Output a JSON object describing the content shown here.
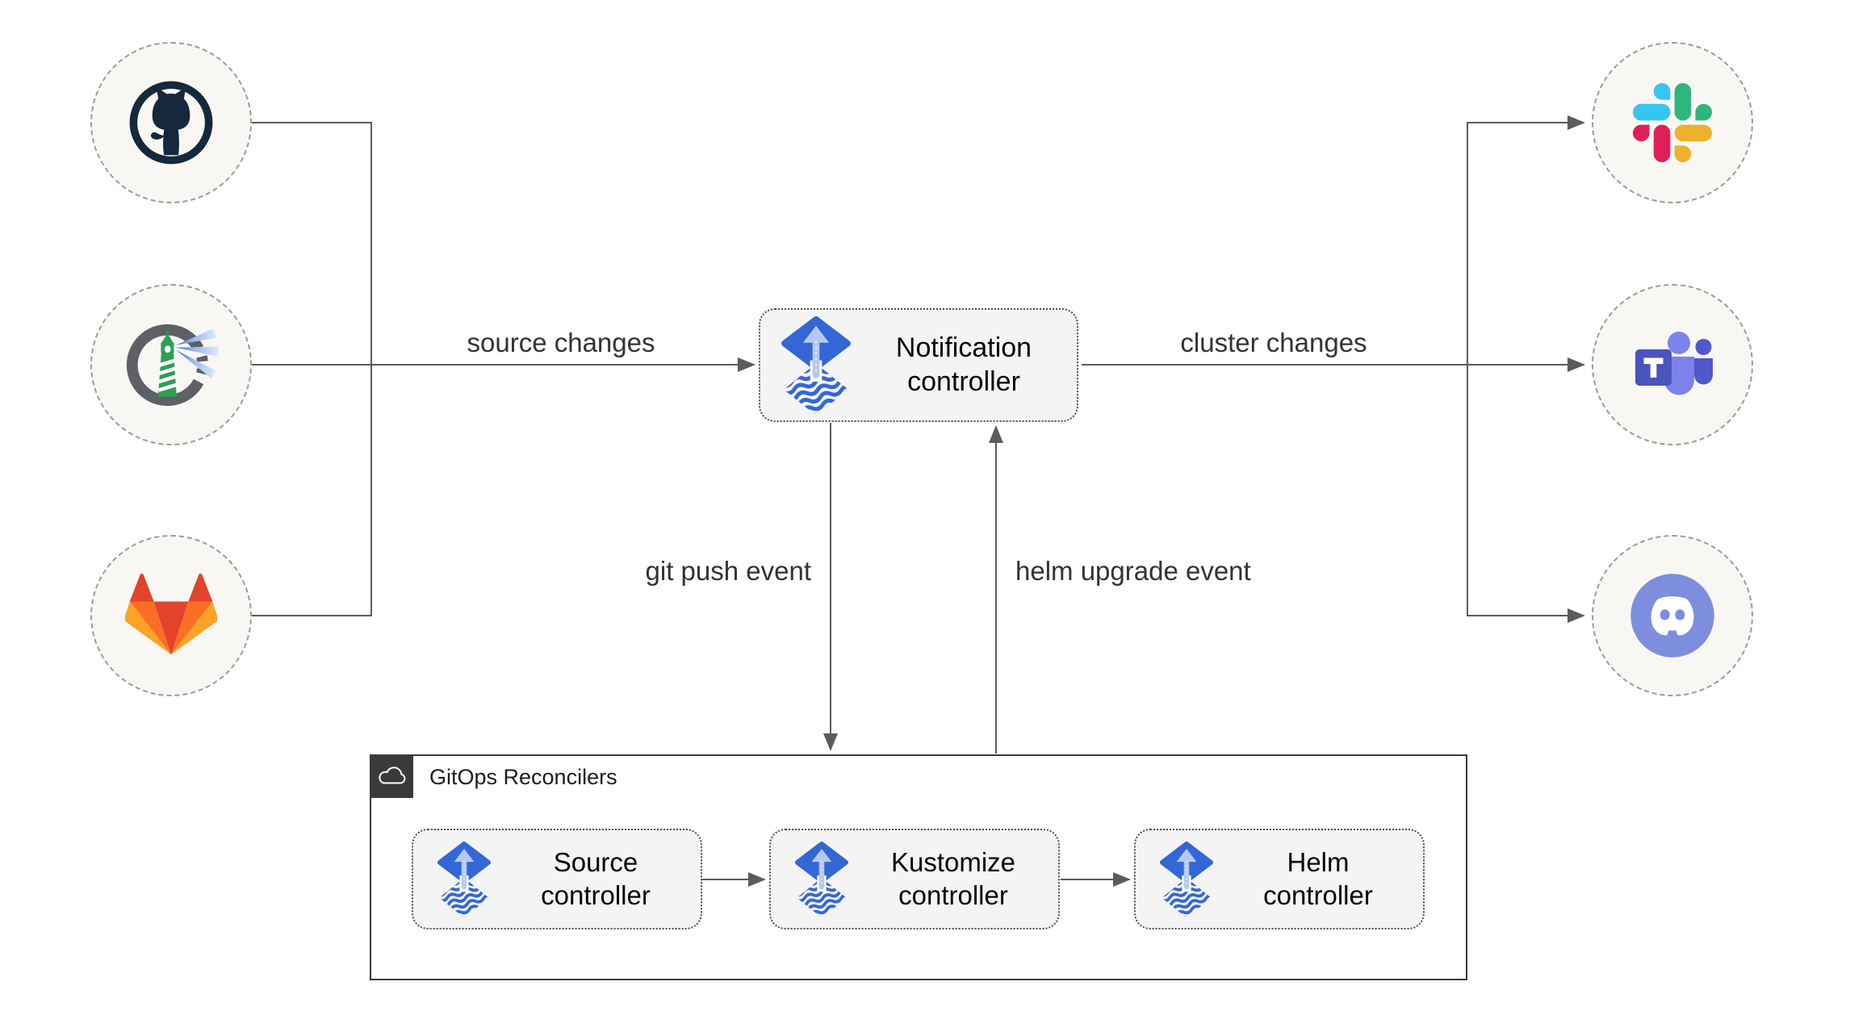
{
  "notification": {
    "label": "Notification controller"
  },
  "edges": {
    "source_changes": "source changes",
    "cluster_changes": "cluster changes",
    "git_push": "git push event",
    "helm_upgrade": "helm upgrade event"
  },
  "reconcilers": {
    "title": "GitOps Reconcilers",
    "controllers": [
      {
        "label": "Source controller",
        "icon": "flux-icon"
      },
      {
        "label": "Kustomize controller",
        "icon": "flux-icon"
      },
      {
        "label": "Helm controller",
        "icon": "flux-icon"
      }
    ]
  },
  "nodes": {
    "left": [
      {
        "icon": "github-icon"
      },
      {
        "icon": "harbor-icon"
      },
      {
        "icon": "gitlab-icon"
      }
    ],
    "right": [
      {
        "icon": "slack-icon"
      },
      {
        "icon": "ms-teams-icon"
      },
      {
        "icon": "discord-icon"
      }
    ]
  },
  "icons": {
    "notification_icon": "flux-icon",
    "group_icon": "cloud-icon"
  },
  "colors": {
    "flux_blue": "#3367d6",
    "flux_light_arrow": "#b7c8f0",
    "connector_line": "#5c5c5c",
    "node_box_bg": "#f4f4f4",
    "circle_bg": "#f8f7f4",
    "circle_border": "#9c9c9c",
    "group_frame": "#3a3a3a",
    "github": "#15283c",
    "harbor_green": "#2f9e57",
    "harbor_ring": "#5d6166",
    "gitlab_red": "#E24329",
    "gitlab_orange": "#FC6D26",
    "gitlab_yellow": "#FCA326",
    "slack_blue": "#36C5F0",
    "slack_green": "#2EB67D",
    "slack_yellow": "#ECB22E",
    "slack_red": "#E01E5A",
    "teams_purple": "#4b53bc",
    "discord_blurple": "#7e8ede"
  }
}
